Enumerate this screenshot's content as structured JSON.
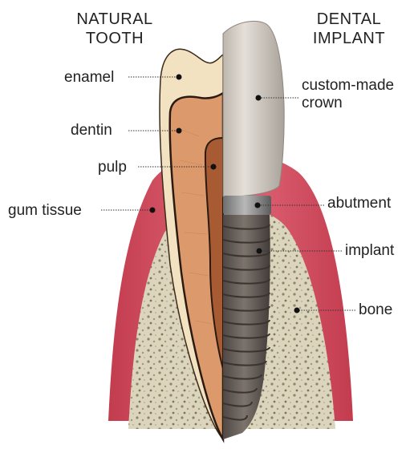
{
  "headers": {
    "natural": [
      "NATURAL",
      "TOOTH"
    ],
    "implant": [
      "DENTAL",
      "IMPLANT"
    ]
  },
  "labels": {
    "enamel": "enamel",
    "dentin": "dentin",
    "pulp": "pulp",
    "gum_tissue": "gum tissue",
    "crown": [
      "custom-made",
      "crown"
    ],
    "abutment": "abutment",
    "implant": "implant",
    "bone": "bone"
  },
  "colors": {
    "enamel": "#f1dcb8",
    "dentin": "#d99668",
    "pulp": "#a85a32",
    "gum": "#d0485a",
    "bone": "#d9d1b8",
    "crown": "#d6d0c7",
    "abutment": "#8c8c8c",
    "implant": "#6b625d"
  }
}
